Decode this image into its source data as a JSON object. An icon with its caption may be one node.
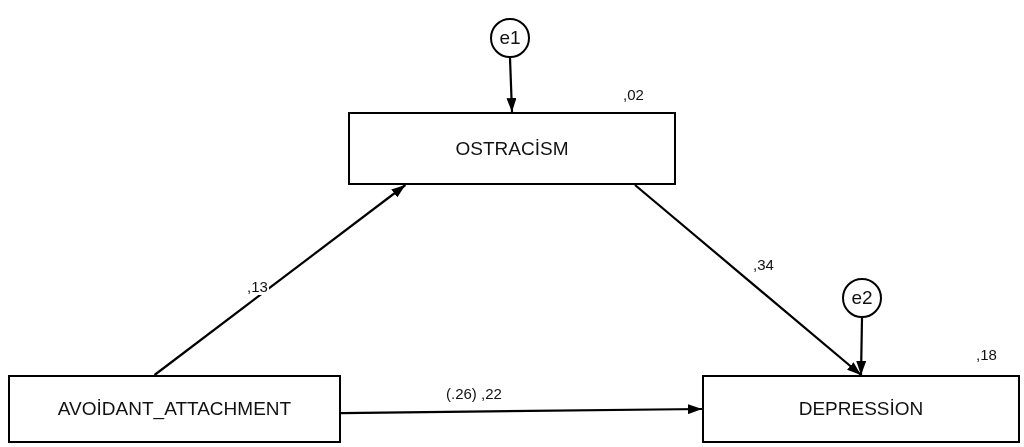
{
  "diagram": {
    "nodes": [
      {
        "text": [
          "e1"
        ]
      },
      {
        "text": [
          "OSTRACİSM"
        ],
        "beside": [
          ",02"
        ]
      },
      {
        "text": [
          "e2"
        ]
      },
      {
        "text": [
          "AVOİDANT_ATTACHMENT"
        ]
      },
      {
        "text": [
          "DEPRESSİON"
        ],
        "beside": [
          ",18"
        ]
      }
    ],
    "edges": [
      {
        "from": 0,
        "to": 1,
        "arrow": "to"
      },
      {
        "from": 3,
        "to": 1,
        "arrow": "to",
        "label": ",13"
      },
      {
        "from": 1,
        "to": 4,
        "arrow": "to",
        "label": ",34"
      },
      {
        "from": 2,
        "to": 4,
        "arrow": "to"
      },
      {
        "from": 3,
        "to": 4,
        "arrow": "to",
        "label": "(.26) ,22"
      }
    ]
  }
}
